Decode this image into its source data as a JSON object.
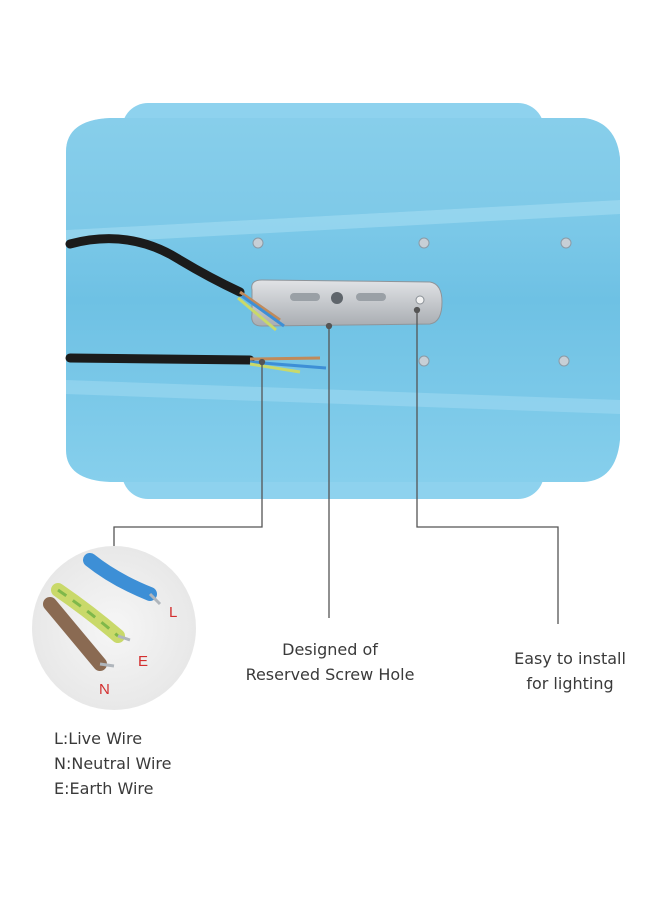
{
  "callouts": {
    "screw_hole": [
      "Designed of",
      "Reserved Screw Hole"
    ],
    "install": [
      "Easy to install",
      "for lighting"
    ]
  },
  "legend": [
    "L:Live Wire",
    "N:Neutral Wire",
    "E:Earth Wire"
  ],
  "wire_letters": {
    "live": "L",
    "earth": "E",
    "neutral": "N"
  },
  "colors": {
    "housing": "#7ec8e6",
    "housing_dark": "#5aaed4",
    "bracket": "#c9ccd0",
    "cable": "#1b1b1b",
    "live_wire": "#3d8fd6",
    "earth_wire": "#c9d96a",
    "neutral_wire": "#8a6a52",
    "leader_line": "#555555",
    "letter": "#d32f2f"
  }
}
